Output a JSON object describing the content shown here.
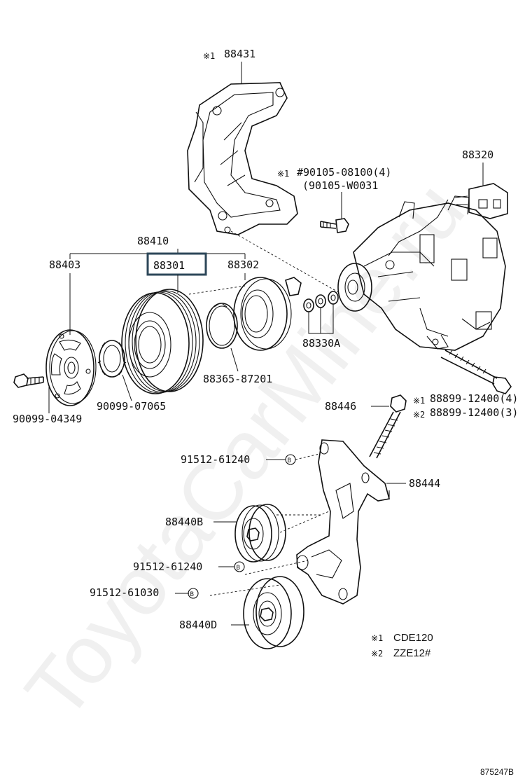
{
  "watermark": "ToyotaCarMine.ru",
  "figure_id": "875247B",
  "highlight_color": "#2d4759",
  "parts": {
    "bracket_top": {
      "mark": "※1",
      "number": "88431"
    },
    "bolt_a": {
      "mark": "※1",
      "line1": "#90105-08100(4)",
      "line2": "(90105-W0031"
    },
    "compressor": {
      "number": "88320"
    },
    "clutch_assy": {
      "number": "88410"
    },
    "plate": {
      "number": "88403"
    },
    "pulley": {
      "number": "88301"
    },
    "stator": {
      "number": "88302"
    },
    "shims": {
      "number": "88330A"
    },
    "snap_ring": {
      "number": "88365-87201"
    },
    "shim_ring": {
      "number": "90099-07065"
    },
    "plate_bolt": {
      "number": "90099-04349"
    },
    "long_bolt": {
      "mark1": "※1",
      "line1": "88899-12400(4)",
      "mark2": "※2",
      "line2": "88899-12400(3)"
    },
    "adjust_bolt": {
      "number": "88446"
    },
    "idler_bracket": {
      "number": "88444"
    },
    "idler_b": {
      "number": "88440B"
    },
    "idler_d": {
      "number": "88440D"
    },
    "nut_1": {
      "number": "91512-61240",
      "tag": "B"
    },
    "nut_2": {
      "number": "91512-61240",
      "tag": "B"
    },
    "nut_3": {
      "number": "91512-61030",
      "tag": "B"
    }
  },
  "legend": [
    {
      "mark": "※1",
      "text": "CDE120"
    },
    {
      "mark": "※2",
      "text": "ZZE12#"
    }
  ]
}
